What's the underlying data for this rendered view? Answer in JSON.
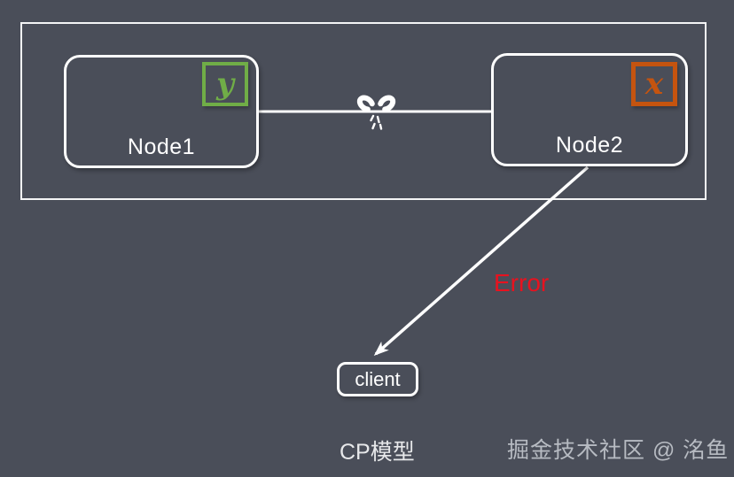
{
  "diagram": {
    "caption": "CP模型",
    "watermark": "掘金技术社区 @ 洺鱼",
    "error_label": "Error",
    "nodes": [
      {
        "label": "Node1",
        "value_tag": "y"
      },
      {
        "label": "Node2",
        "value_tag": "x"
      }
    ],
    "client": {
      "label": "client"
    },
    "link_state": "broken"
  },
  "colors": {
    "background": "#4a4e59",
    "line": "#ffffff",
    "node_border": "#ffffff",
    "tag_y_green": "#70ad47",
    "tag_x_orange": "#c5540f",
    "error_red": "#e8121f",
    "frame_border": "#f4f5f6",
    "caption_text": "#e7e8ea",
    "watermark_text": "#b7bbc2"
  }
}
